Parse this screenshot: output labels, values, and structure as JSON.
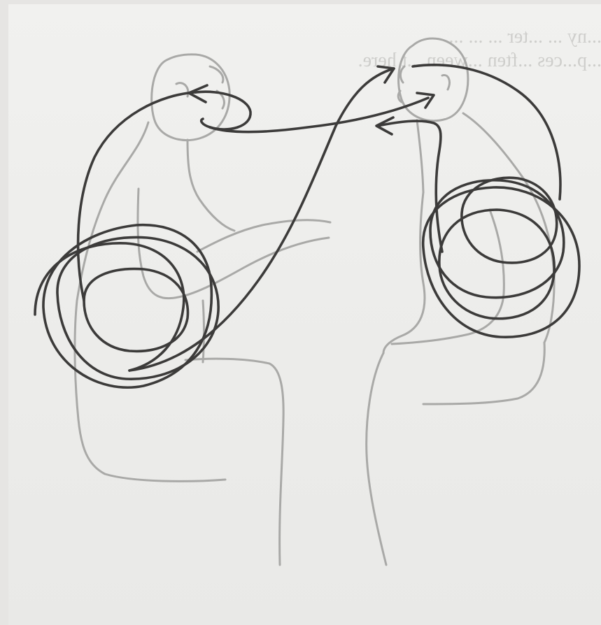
{
  "bleed_through_text": {
    "line_1": "...ny ... ...ter ... ... ...",
    "line_2": "...p...ces ...ften ...ween ...t here."
  },
  "colors": {
    "paper": "#efefed",
    "pencil": "#a9a9a7",
    "ink": "#3c3b3a"
  },
  "illustration": {
    "figures": [
      "left-seated-figure",
      "right-seated-figure"
    ],
    "left_swirl_loops": 4,
    "right_swirl_loops": 4,
    "connecting_arrows": 3
  }
}
